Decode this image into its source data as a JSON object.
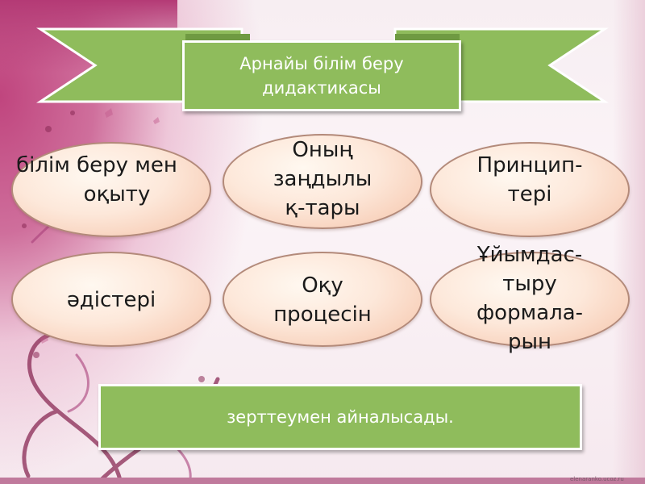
{
  "slide": {
    "title_line1": "Арнайы білім беру",
    "title_line2": "дидактикасы",
    "ovals": [
      {
        "line1": "білім беру мен",
        "line2": "оқыту"
      },
      {
        "line1": "Оның",
        "line2": "заңдылы",
        "line3": "қ-тары"
      },
      {
        "line1": "Принцип-",
        "line2": "тері"
      },
      {
        "line1": "әдістері"
      },
      {
        "line1": "Оқу",
        "line2": "процесін"
      },
      {
        "line1": "Ұйымдас-",
        "line2": "тыру",
        "line3": "формала-",
        "line4": "рын"
      }
    ],
    "conclusion": "зерттеумен айналысады.",
    "watermark": "elenaranko.ucoz.ru"
  },
  "colors": {
    "banner_green": "#8fbc5c",
    "oval_fill": "#fde8da",
    "decor_pink": "#c0457e"
  }
}
